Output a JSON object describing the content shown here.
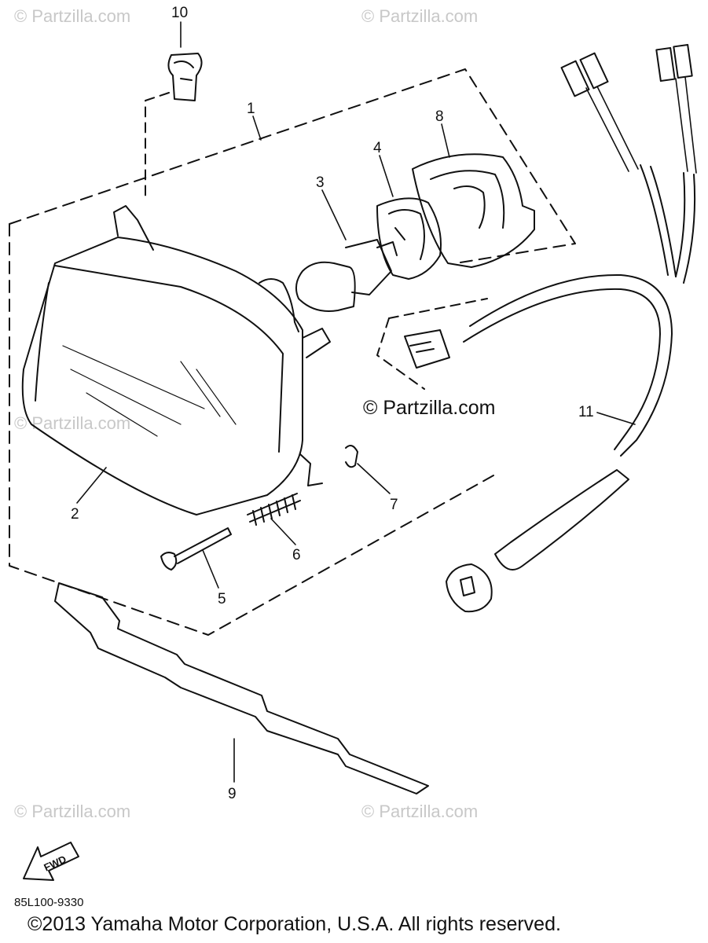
{
  "watermark": "© Partzilla.com",
  "center_watermark": "© Partzilla.com",
  "fwd_label": "FWD",
  "diagram_code": "85L100-9330",
  "copyright": "©2013  Yamaha Motor Corporation, U.S.A. All rights reserved.",
  "callouts": [
    "10",
    "1",
    "8",
    "4",
    "3",
    "2",
    "11",
    "7",
    "6",
    "5",
    "9"
  ]
}
